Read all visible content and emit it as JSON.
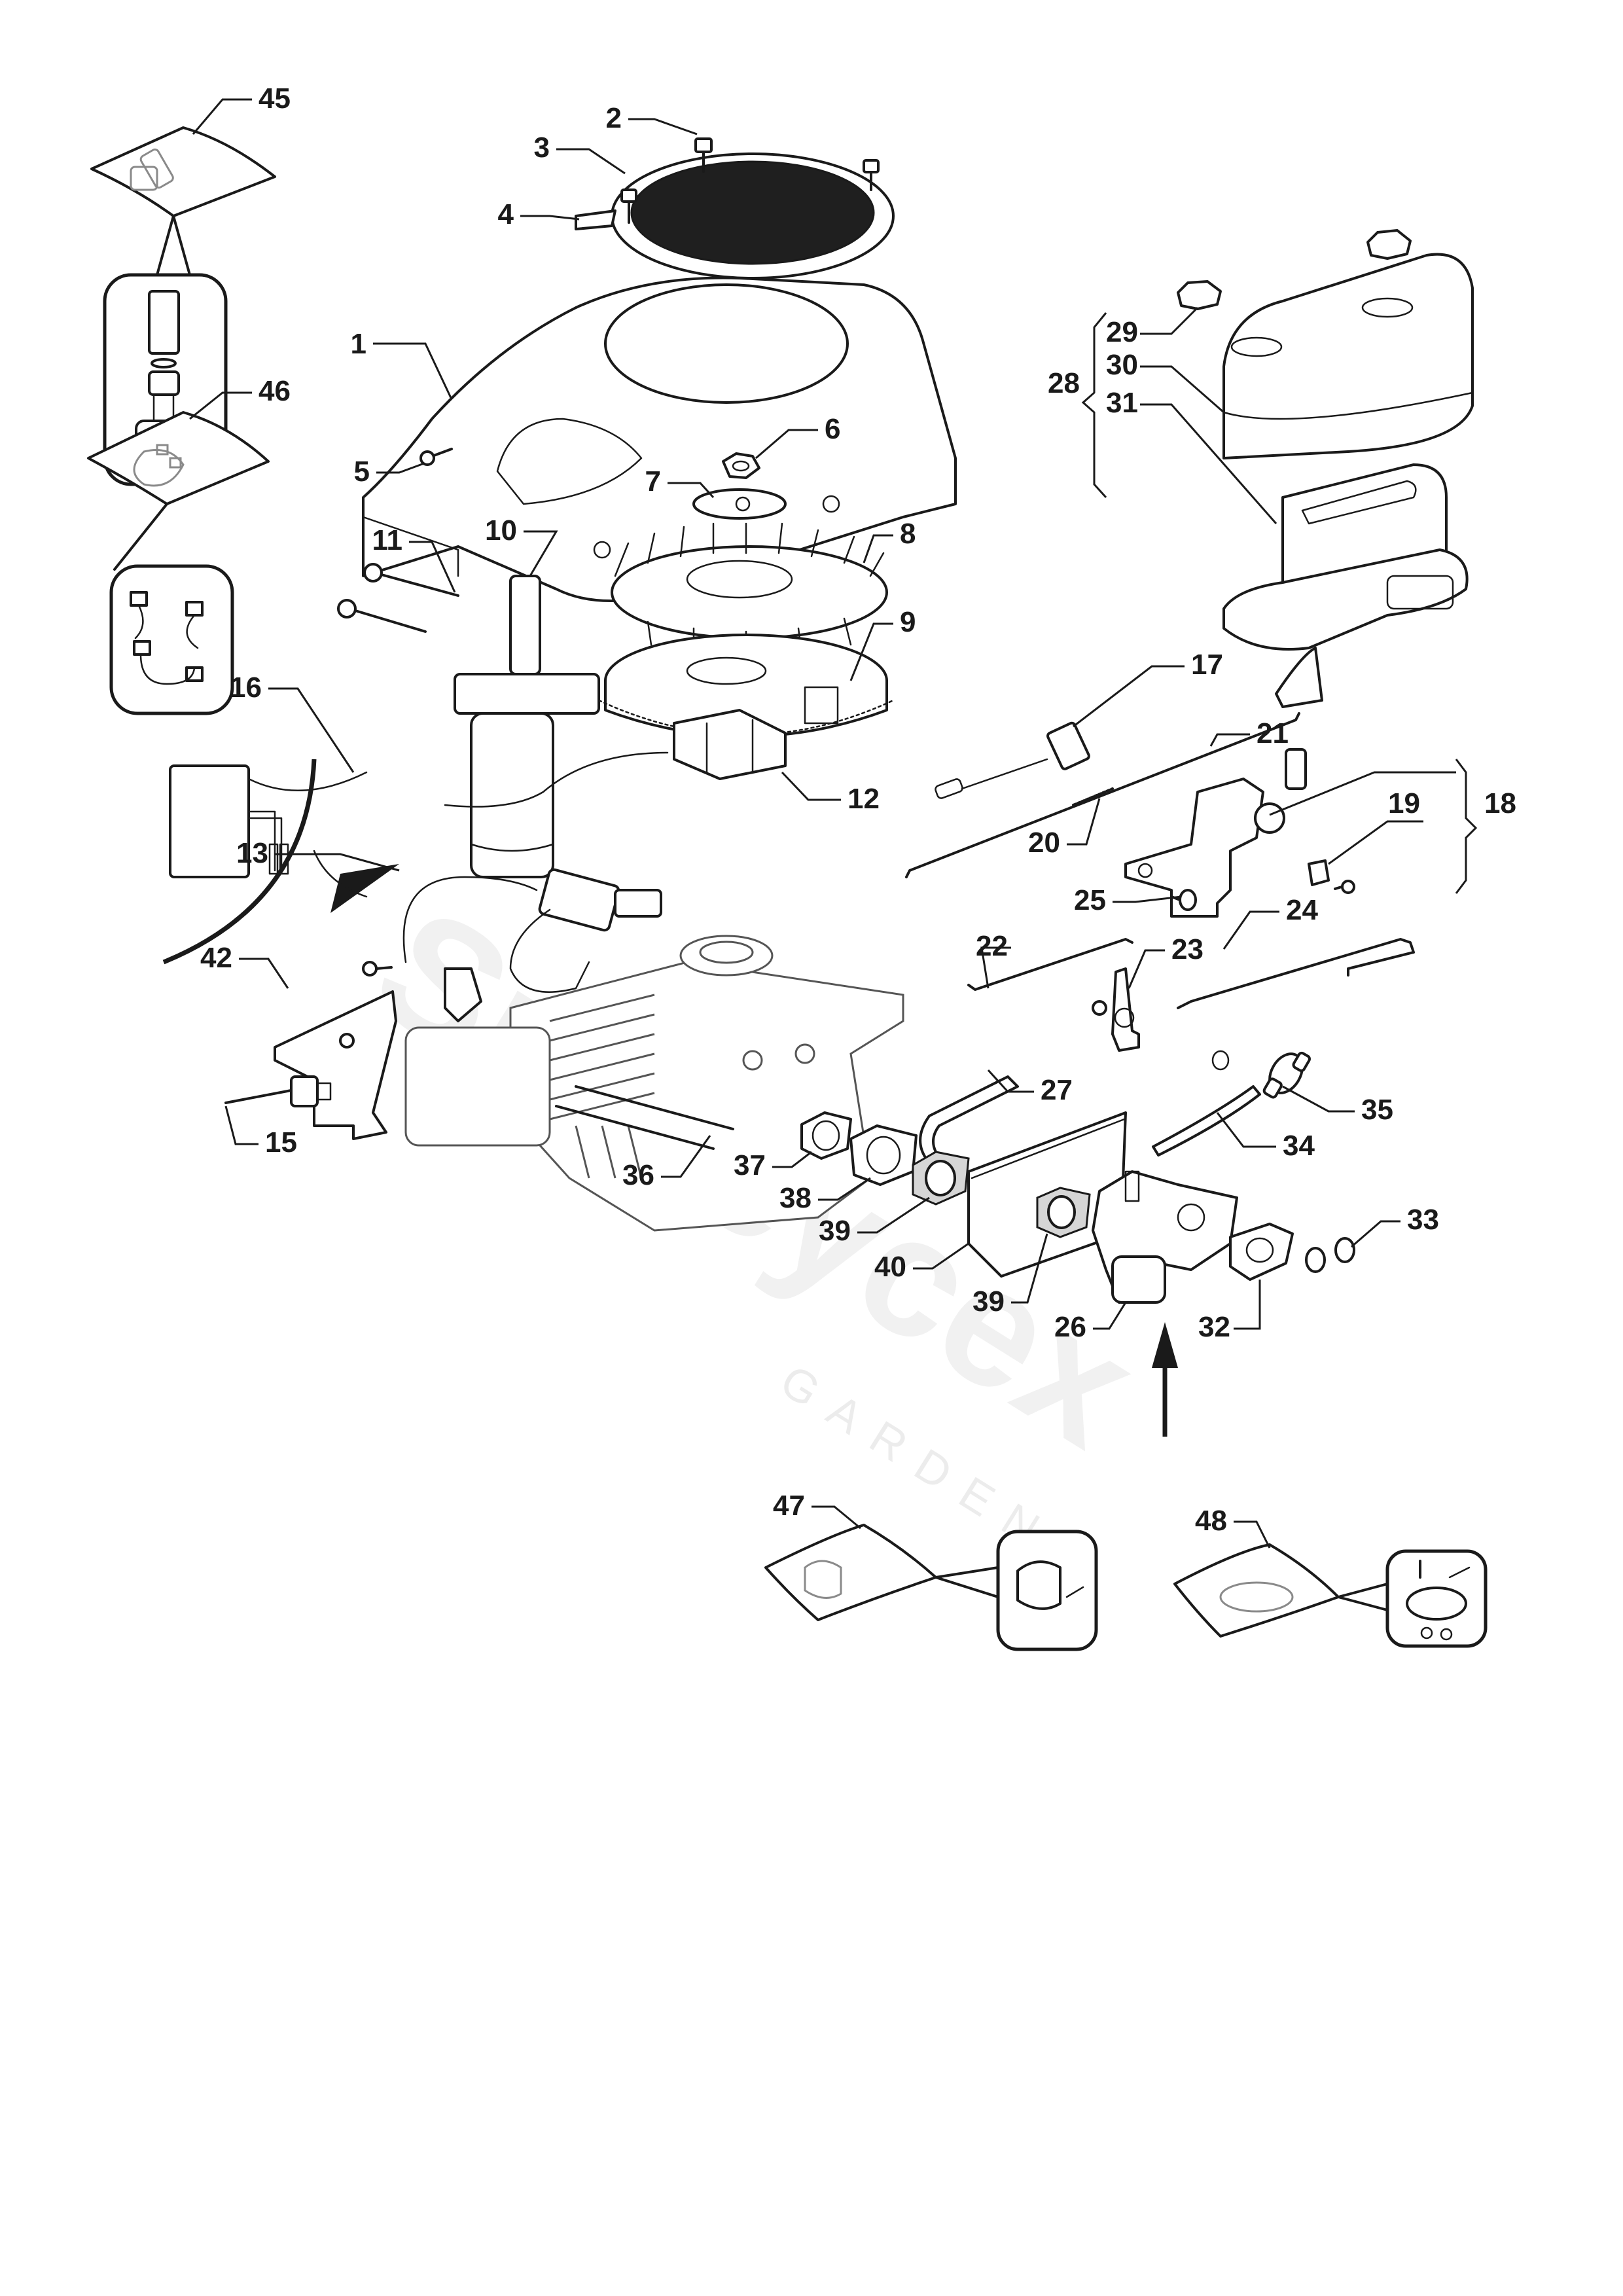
{
  "diagram": {
    "title": "Engine exploded parts diagram",
    "watermark": {
      "brand": "Spareycex",
      "sub": "GARDEN"
    },
    "labels": [
      {
        "id": "1",
        "text": "1",
        "part": "blower-housing"
      },
      {
        "id": "2",
        "text": "2",
        "part": "screw"
      },
      {
        "id": "3",
        "text": "3",
        "part": "rotating-screen"
      },
      {
        "id": "4",
        "text": "4",
        "part": "clip"
      },
      {
        "id": "5",
        "text": "5",
        "part": "screw"
      },
      {
        "id": "6",
        "text": "6",
        "part": "flywheel-nut"
      },
      {
        "id": "7",
        "text": "7",
        "part": "washer-plate"
      },
      {
        "id": "8",
        "text": "8",
        "part": "fan"
      },
      {
        "id": "9",
        "text": "9",
        "part": "flywheel"
      },
      {
        "id": "10",
        "text": "10",
        "part": "starter-motor"
      },
      {
        "id": "11",
        "text": "11",
        "part": "starter-bolt"
      },
      {
        "id": "12",
        "text": "12",
        "part": "charging-coil"
      },
      {
        "id": "13",
        "text": "13",
        "part": "ignition-coil"
      },
      {
        "id": "15",
        "text": "15",
        "part": "oil-pressure-switch"
      },
      {
        "id": "16",
        "text": "16",
        "part": "rectifier"
      },
      {
        "id": "17",
        "text": "17",
        "part": "solenoid-connector"
      },
      {
        "id": "18",
        "text": "18",
        "part": "control-bracket-assembly"
      },
      {
        "id": "19",
        "text": "19",
        "part": "clamp"
      },
      {
        "id": "20",
        "text": "20",
        "part": "spring"
      },
      {
        "id": "21",
        "text": "21",
        "part": "governor-rod"
      },
      {
        "id": "22",
        "text": "22",
        "part": "choke-rod"
      },
      {
        "id": "23",
        "text": "23",
        "part": "lever"
      },
      {
        "id": "24",
        "text": "24",
        "part": "choke-link"
      },
      {
        "id": "25",
        "text": "25",
        "part": "screw"
      },
      {
        "id": "26",
        "text": "26",
        "part": "carburetor"
      },
      {
        "id": "27",
        "text": "27",
        "part": "breather-hose"
      },
      {
        "id": "28",
        "text": "28",
        "part": "air-filter-assembly"
      },
      {
        "id": "29",
        "text": "29",
        "part": "knob"
      },
      {
        "id": "30",
        "text": "30",
        "part": "air-filter-cover"
      },
      {
        "id": "31",
        "text": "31",
        "part": "air-filter-element"
      },
      {
        "id": "32",
        "text": "32",
        "part": "gasket"
      },
      {
        "id": "33",
        "text": "33",
        "part": "nut"
      },
      {
        "id": "34",
        "text": "34",
        "part": "fuel-hose"
      },
      {
        "id": "35",
        "text": "35",
        "part": "fuel-filter"
      },
      {
        "id": "36",
        "text": "36",
        "part": "stud"
      },
      {
        "id": "37",
        "text": "37",
        "part": "gasket"
      },
      {
        "id": "38",
        "text": "38",
        "part": "insulator"
      },
      {
        "id": "39",
        "text": "39",
        "part": "gasket"
      },
      {
        "id": "39b",
        "text": "39",
        "part": "gasket"
      },
      {
        "id": "40",
        "text": "40",
        "part": "heat-shield"
      },
      {
        "id": "42",
        "text": "42",
        "part": "bracket"
      },
      {
        "id": "45",
        "text": "45",
        "part": "starter-pinion-kit"
      },
      {
        "id": "46",
        "text": "46",
        "part": "brush-kit"
      },
      {
        "id": "47",
        "text": "47",
        "part": "float-kit"
      },
      {
        "id": "48",
        "text": "48",
        "part": "carburetor-gasket-kit"
      }
    ]
  }
}
